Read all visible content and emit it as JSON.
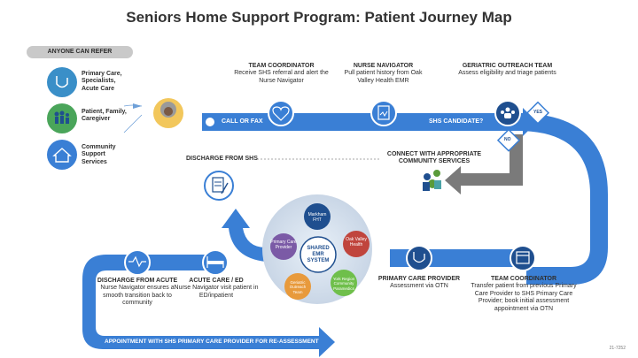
{
  "title": "Seniors Home Support Program: Patient Journey Map",
  "refer": {
    "heading": "ANYONE CAN REFER",
    "items": [
      {
        "label": "Primary Care, Specialists, Acute Care",
        "icon": "stethoscope-icon"
      },
      {
        "label": "Patient, Family, Caregiver",
        "icon": "family-icon"
      },
      {
        "label": "Community Support Services",
        "icon": "house-icon"
      }
    ]
  },
  "call_or_fax": "CALL OR FAX",
  "team_coordinator_top": {
    "title": "TEAM COORDINATOR",
    "desc": "Receive SHS referral and alert the Nurse Navigator"
  },
  "nurse_navigator": {
    "title": "NURSE NAVIGATOR",
    "desc": "Pull patient history from Oak Valley Health EMR"
  },
  "geriatric_outreach": {
    "title": "GERIATRIC OUTREACH TEAM",
    "desc": "Assess eligibility and triage patients"
  },
  "shs_candidate": "SHS CANDIDATE?",
  "yes_label": "YES",
  "no_label": "NO",
  "connect_community": "CONNECT WITH APPROPRIATE COMMUNITY SERVICES",
  "discharge_from_shs": "DISCHARGE FROM SHS",
  "emr": {
    "center": "SHARED EMR SYSTEM",
    "nodes": [
      "Markham FHT",
      "Oak Valley Health",
      "York Region Community Paramedics",
      "Geriatric Outreach Team",
      "Primary Care Provider"
    ]
  },
  "discharge_acute": {
    "title": "DISCHARGE FROM ACUTE",
    "desc": "Nurse Navigator ensures a smooth transition back to community"
  },
  "acute_care": {
    "title": "ACUTE CARE / ED",
    "desc": "Nurse Navigator visit patient in ED/inpatient"
  },
  "primary_care": {
    "title": "PRIMARY CARE PROVIDER",
    "desc": "Assessment via OTN"
  },
  "team_coordinator_bottom": {
    "title": "TEAM COORDINATOR",
    "desc": "Transfer patient from previous Primary Care Provider to SHS Primary Care Provider; book initial assessment appointment via OTN"
  },
  "bottom_band": "APPOINTMENT WITH SHS PRIMARY CARE PROVIDER FOR RE-ASSESSMENT",
  "footer_code": "21-7252",
  "colors": {
    "blue": "#3a7fd5",
    "dark_blue": "#1f4f8f",
    "teal": "#4aa3a6",
    "green": "#5a9b3a",
    "gray_arrow": "#7a7a7a",
    "purple": "#7b5aa6",
    "red": "#c0453d",
    "orange": "#e89a3c",
    "light_green": "#6fbf4b"
  }
}
